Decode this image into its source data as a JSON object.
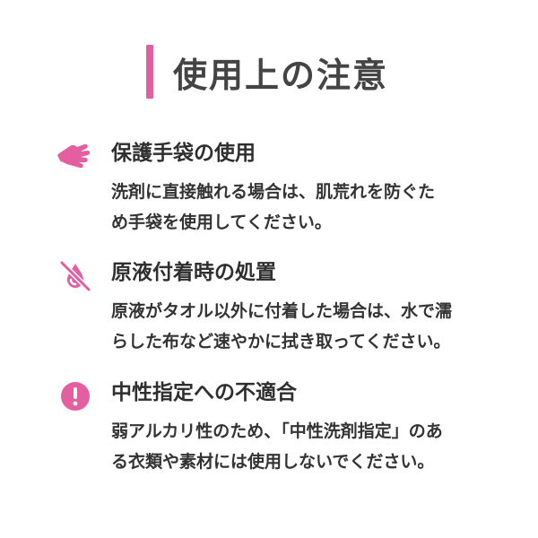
{
  "page": {
    "title": "使用上の注意"
  },
  "colors": {
    "accent": "#e35fa0",
    "text": "#333333"
  },
  "sections": [
    {
      "icon": "hand-glove-icon",
      "heading": "保護手袋の使用",
      "lines": [
        "洗剤に直接触れる場合は、肌荒れを防ぐた",
        "め手袋を使用してください。"
      ]
    },
    {
      "icon": "no-liquid-drop-icon",
      "heading": "原液付着時の処置",
      "lines": [
        "原液がタオル以外に付着した場合は、水で濡",
        "らした布など速やかに拭き取ってください。"
      ]
    },
    {
      "icon": "exclamation-circle-icon",
      "heading": "中性指定への不適合",
      "lines": [
        "弱アルカリ性のため、「中性洗剤指定」のあ",
        "る衣類や素材には使用しないでください。"
      ]
    }
  ]
}
